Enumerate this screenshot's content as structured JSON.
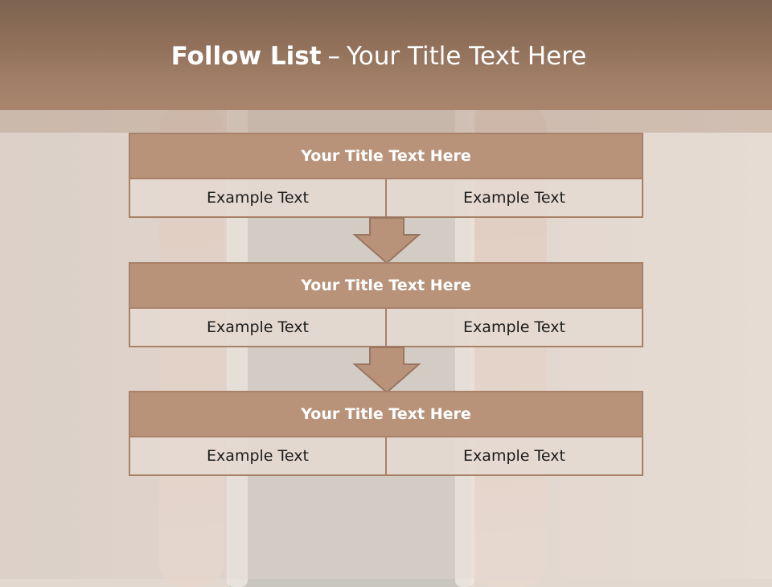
{
  "slide": {
    "title_bold": "Follow List",
    "title_separator": "–",
    "title_rest": "Your Title Text Here"
  },
  "blocks": [
    {
      "title": "Your Title Text Here",
      "left": "Example Text",
      "right": "Example Text"
    },
    {
      "title": "Your Title Text Here",
      "left": "Example Text",
      "right": "Example Text"
    },
    {
      "title": "Your Title Text Here",
      "left": "Example Text",
      "right": "Example Text"
    }
  ],
  "colors": {
    "header": "#a27f68",
    "block_head": "#b8937a",
    "border": "#a88168",
    "arrow_fill": "#b8937a"
  },
  "icons": {
    "connector": "down-arrow-icon"
  }
}
